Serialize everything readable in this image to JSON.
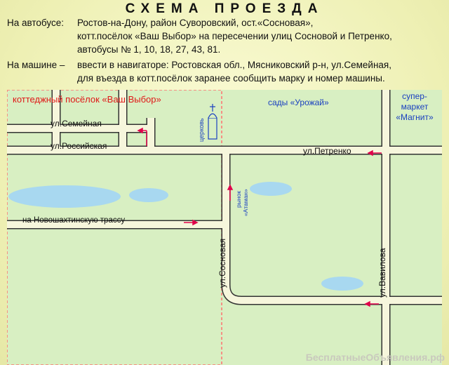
{
  "header": {
    "title": "СХЕМА ПРОЕЗДА"
  },
  "directions": {
    "bus_label": "На автобусе:",
    "bus_lines": [
      "Ростов-на-Дону, район Суворовский, ост.«Сосновая»,",
      "котт.посёлок «Ваш Выбор» на пересечении улиц Сосновой и Петренко,",
      "автобусы № 1, 10, 18, 27, 43, 81."
    ],
    "car_label": "На машине –",
    "car_lines": [
      "ввести в навигаторе: Ростовская обл., Мясниковский р-н,  ул.Семейная,",
      "для въезда в котт.посёлок заранее сообщить марку и номер машины."
    ]
  },
  "map": {
    "colors": {
      "ground": "#d8efc2",
      "road": "#f6f6dc",
      "road_edge": "#333333",
      "arrow": "#e0004a",
      "pond": "#a8d8f0",
      "zone_border": "#ff7070",
      "cottage_text": "#e01818",
      "place_text": "#1a40c0"
    },
    "labels": {
      "cottage_village": "коттеджный посёлок «Ваш Выбор»",
      "gardens": "сады «Урожай»",
      "supermarket_line1": "супер-",
      "supermarket_line2": "маркет",
      "supermarket_line3": "«Магнит»",
      "church": "церковь",
      "market_line1": "рынок",
      "market_line2": "«Атаман»"
    },
    "streets": {
      "semeynaya": "ул.Семейная",
      "rossiyskaya": "ул.Российская",
      "petrenko": "ул.Петренко",
      "novoshakhtinsk": "на Новошахтинскую трассу",
      "sosnovaya": "ул.Сосновая",
      "vavilova": "ул.Вавилова"
    },
    "icons": {
      "church": "church-icon",
      "arrow": "direction-arrow-icon"
    }
  },
  "footer": {
    "watermark": "БесплатныеОбъявления.рф"
  }
}
